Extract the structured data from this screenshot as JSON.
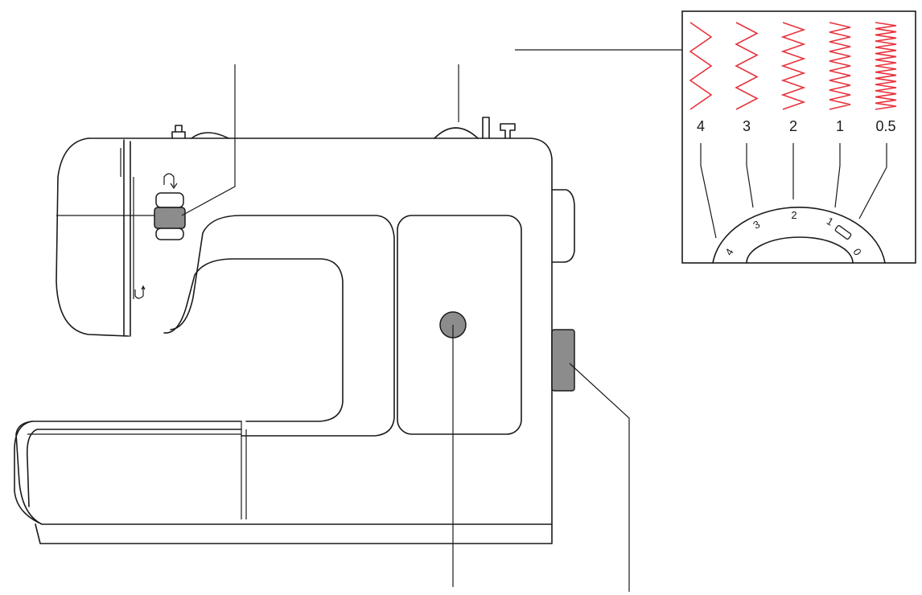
{
  "colors": {
    "stitch": "#e8323c",
    "line": "#1a1a1a",
    "control_fill": "#8c8c8c"
  },
  "stitch_lengths": [
    "4",
    "3",
    "2",
    "1",
    "0.5"
  ],
  "dial_numbers": [
    "4",
    "3",
    "2",
    "1",
    "0"
  ],
  "icons": {
    "reverse": "reverse-arrow-icon",
    "bobbin": "bobbin-icon"
  }
}
